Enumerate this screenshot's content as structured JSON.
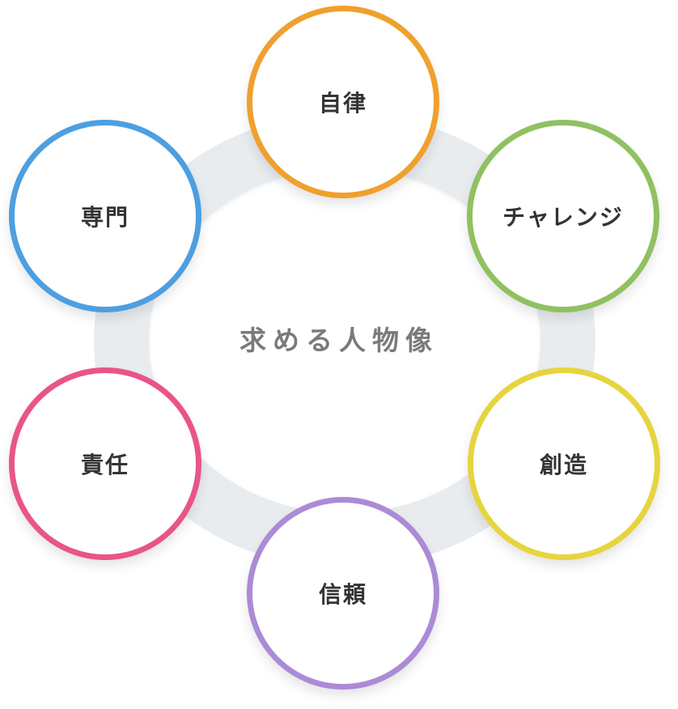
{
  "center_title": "求める人物像",
  "nodes": [
    {
      "label": "自律",
      "color": "#f0a02e"
    },
    {
      "label": "チャレンジ",
      "color": "#8fc161"
    },
    {
      "label": "創造",
      "color": "#e6d43f"
    },
    {
      "label": "信頼",
      "color": "#ab8bd6"
    },
    {
      "label": "責任",
      "color": "#e9548a"
    },
    {
      "label": "専門",
      "color": "#4d9fe1"
    }
  ],
  "ring_color": "#e9ecef"
}
